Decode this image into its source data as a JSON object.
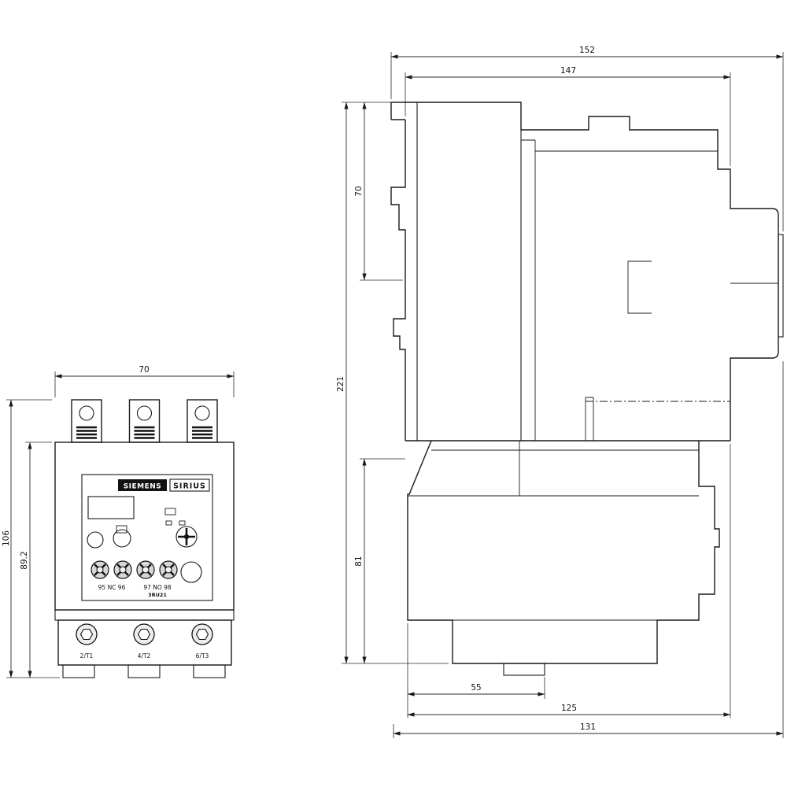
{
  "drawing": {
    "front_view": {
      "brand": "SIEMENS",
      "series": "SIRIUS",
      "aux_left": "95 NC 96",
      "aux_right": "97 NO 98",
      "product_code": "3RU21",
      "terminal_t1": "2/T1",
      "terminal_t2": "4/T2",
      "terminal_t3": "6/T3"
    },
    "dims": {
      "front_width": "70",
      "front_height_total": "106",
      "front_height_body": "89.2",
      "side_depth_total": "152",
      "side_depth_body": "147",
      "side_height_total": "221",
      "side_height_upper": "70",
      "side_height_lower": "81",
      "side_base_inner": "55",
      "side_base_mid": "125",
      "side_base_total": "131"
    }
  }
}
